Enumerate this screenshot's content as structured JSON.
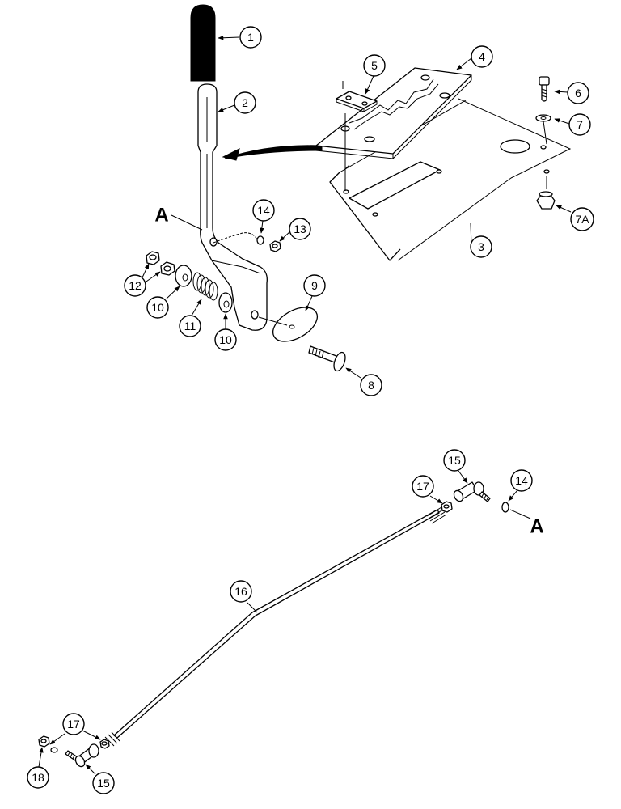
{
  "callouts": [
    "1",
    "2",
    "3",
    "4",
    "5",
    "6",
    "7",
    "7A",
    "8",
    "9",
    "10",
    "11",
    "12",
    "13",
    "14",
    "15",
    "16",
    "17",
    "18"
  ],
  "reference_marks": [
    "A"
  ]
}
